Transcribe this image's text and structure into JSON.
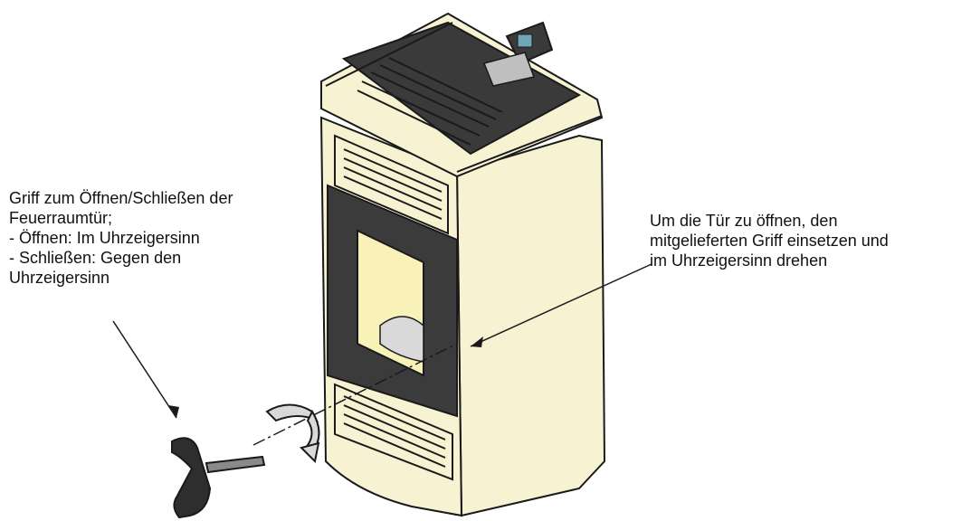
{
  "annotations": {
    "left": {
      "lines": [
        "Griff zum Öffnen/Schließen der",
        "Feuerraumtür;",
        "- Öffnen: Im Uhrzeigersinn",
        "- Schließen: Gegen den",
        "Uhrzeigersinn"
      ]
    },
    "right": {
      "lines": [
        "Um die Tür zu öffnen, den",
        "mitgelieferten Griff einsetzen und",
        "im Uhrzeigersinn drehen"
      ]
    }
  },
  "colors": {
    "stove_body": "#f7f2d2",
    "stove_top": "#3a3a3a",
    "door_glass": "#f9f2b8",
    "door_frame": "#3b3b3b",
    "outline": "#1a1a1a",
    "handle": "#2e2e2e"
  },
  "icons": [
    "pellet-stove-drawing",
    "control-panel-icon",
    "t-handle-icon",
    "rotation-arrow-icon"
  ]
}
